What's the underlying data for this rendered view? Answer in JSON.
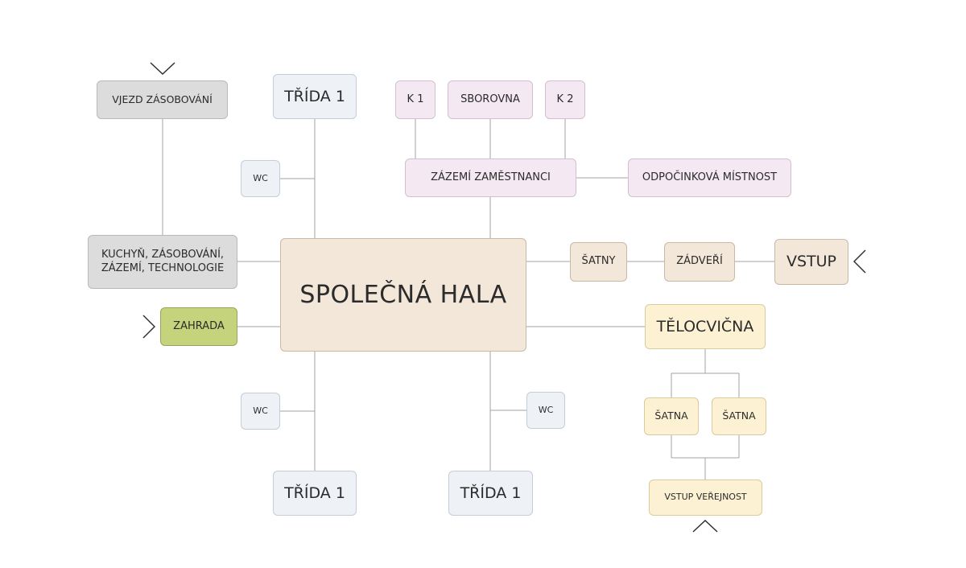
{
  "nodes": {
    "vjezd": "VJEZD ZÁSOBOVÁNÍ",
    "trida_top": "TŘÍDA 1",
    "k1": "K 1",
    "sborovna": "SBOROVNA",
    "k2": "K 2",
    "wc_top": "WC",
    "zazemi": "ZÁZEMÍ ZAMĚSTNANCI",
    "odpocinkova": "ODPOČINKOVÁ MÍSTNOST",
    "kuchyn_line1": "KUCHYŇ, ZÁSOBOVÁNÍ,",
    "kuchyn_line2": "ZÁZEMÍ, TECHNOLOGIE",
    "hala": "SPOLEČNÁ HALA",
    "satny": "ŠATNY",
    "zadveri": "ZÁDVEŘÍ",
    "vstup": "VSTUP",
    "zahrada": "ZAHRADA",
    "telocvicna": "TĚLOCVIČNA",
    "wc_left": "WC",
    "wc_right": "WC",
    "satna_left": "ŠATNA",
    "satna_right": "ŠATNA",
    "trida_bottom_left": "TŘÍDA 1",
    "trida_bottom_right": "TŘÍDA 1",
    "vstup_verejnost": "VSTUP VEŘEJNOST"
  },
  "colors": {
    "service_grey": "#dcdcdc",
    "classroom_blue": "#eef2f6",
    "staff_pink": "#f4e9f2",
    "hall_beige": "#f3e7da",
    "gym_yellow": "#fcf1d3",
    "garden_green": "#c4d37c",
    "connector": "#9a9a9a"
  }
}
